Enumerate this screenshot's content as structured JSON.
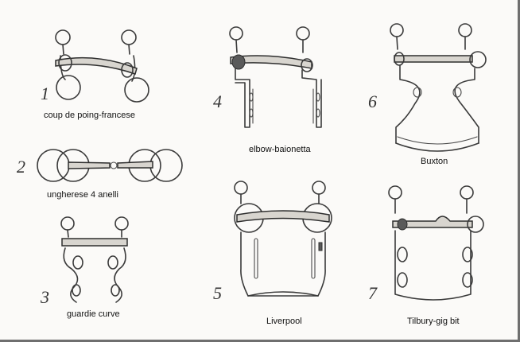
{
  "bits": [
    {
      "number": "1",
      "caption": "coup de poing-francese"
    },
    {
      "number": "2",
      "caption": "ungherese 4 anelli"
    },
    {
      "number": "3",
      "caption": "guardie curve"
    },
    {
      "number": "4",
      "caption": "elbow-baionetta"
    },
    {
      "number": "5",
      "caption": "Liverpool"
    },
    {
      "number": "6",
      "caption": "Buxton"
    },
    {
      "number": "7",
      "caption": "Tilbury-gig bit"
    }
  ]
}
